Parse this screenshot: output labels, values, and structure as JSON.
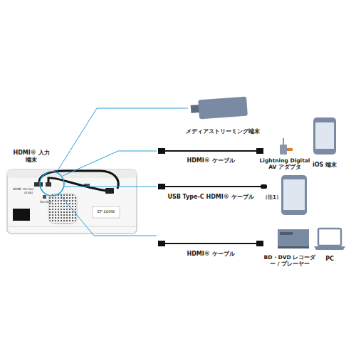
{
  "diagram": {
    "labels": [
      "HDMI® 入力端末",
      "メディアストリーミング端末",
      "HDMI® ケーブル",
      "Lightning Digital AV アダプタ",
      "iOS 端末",
      "USB Type-C HDMI® ケーブル",
      "（注1）",
      "HDMI® ケーブル",
      "BD・DVD レコーダー / プレーヤー",
      "PC",
      "HDMI",
      "DC Out (0.5A)",
      "Service",
      "EF-100W"
    ]
  }
}
